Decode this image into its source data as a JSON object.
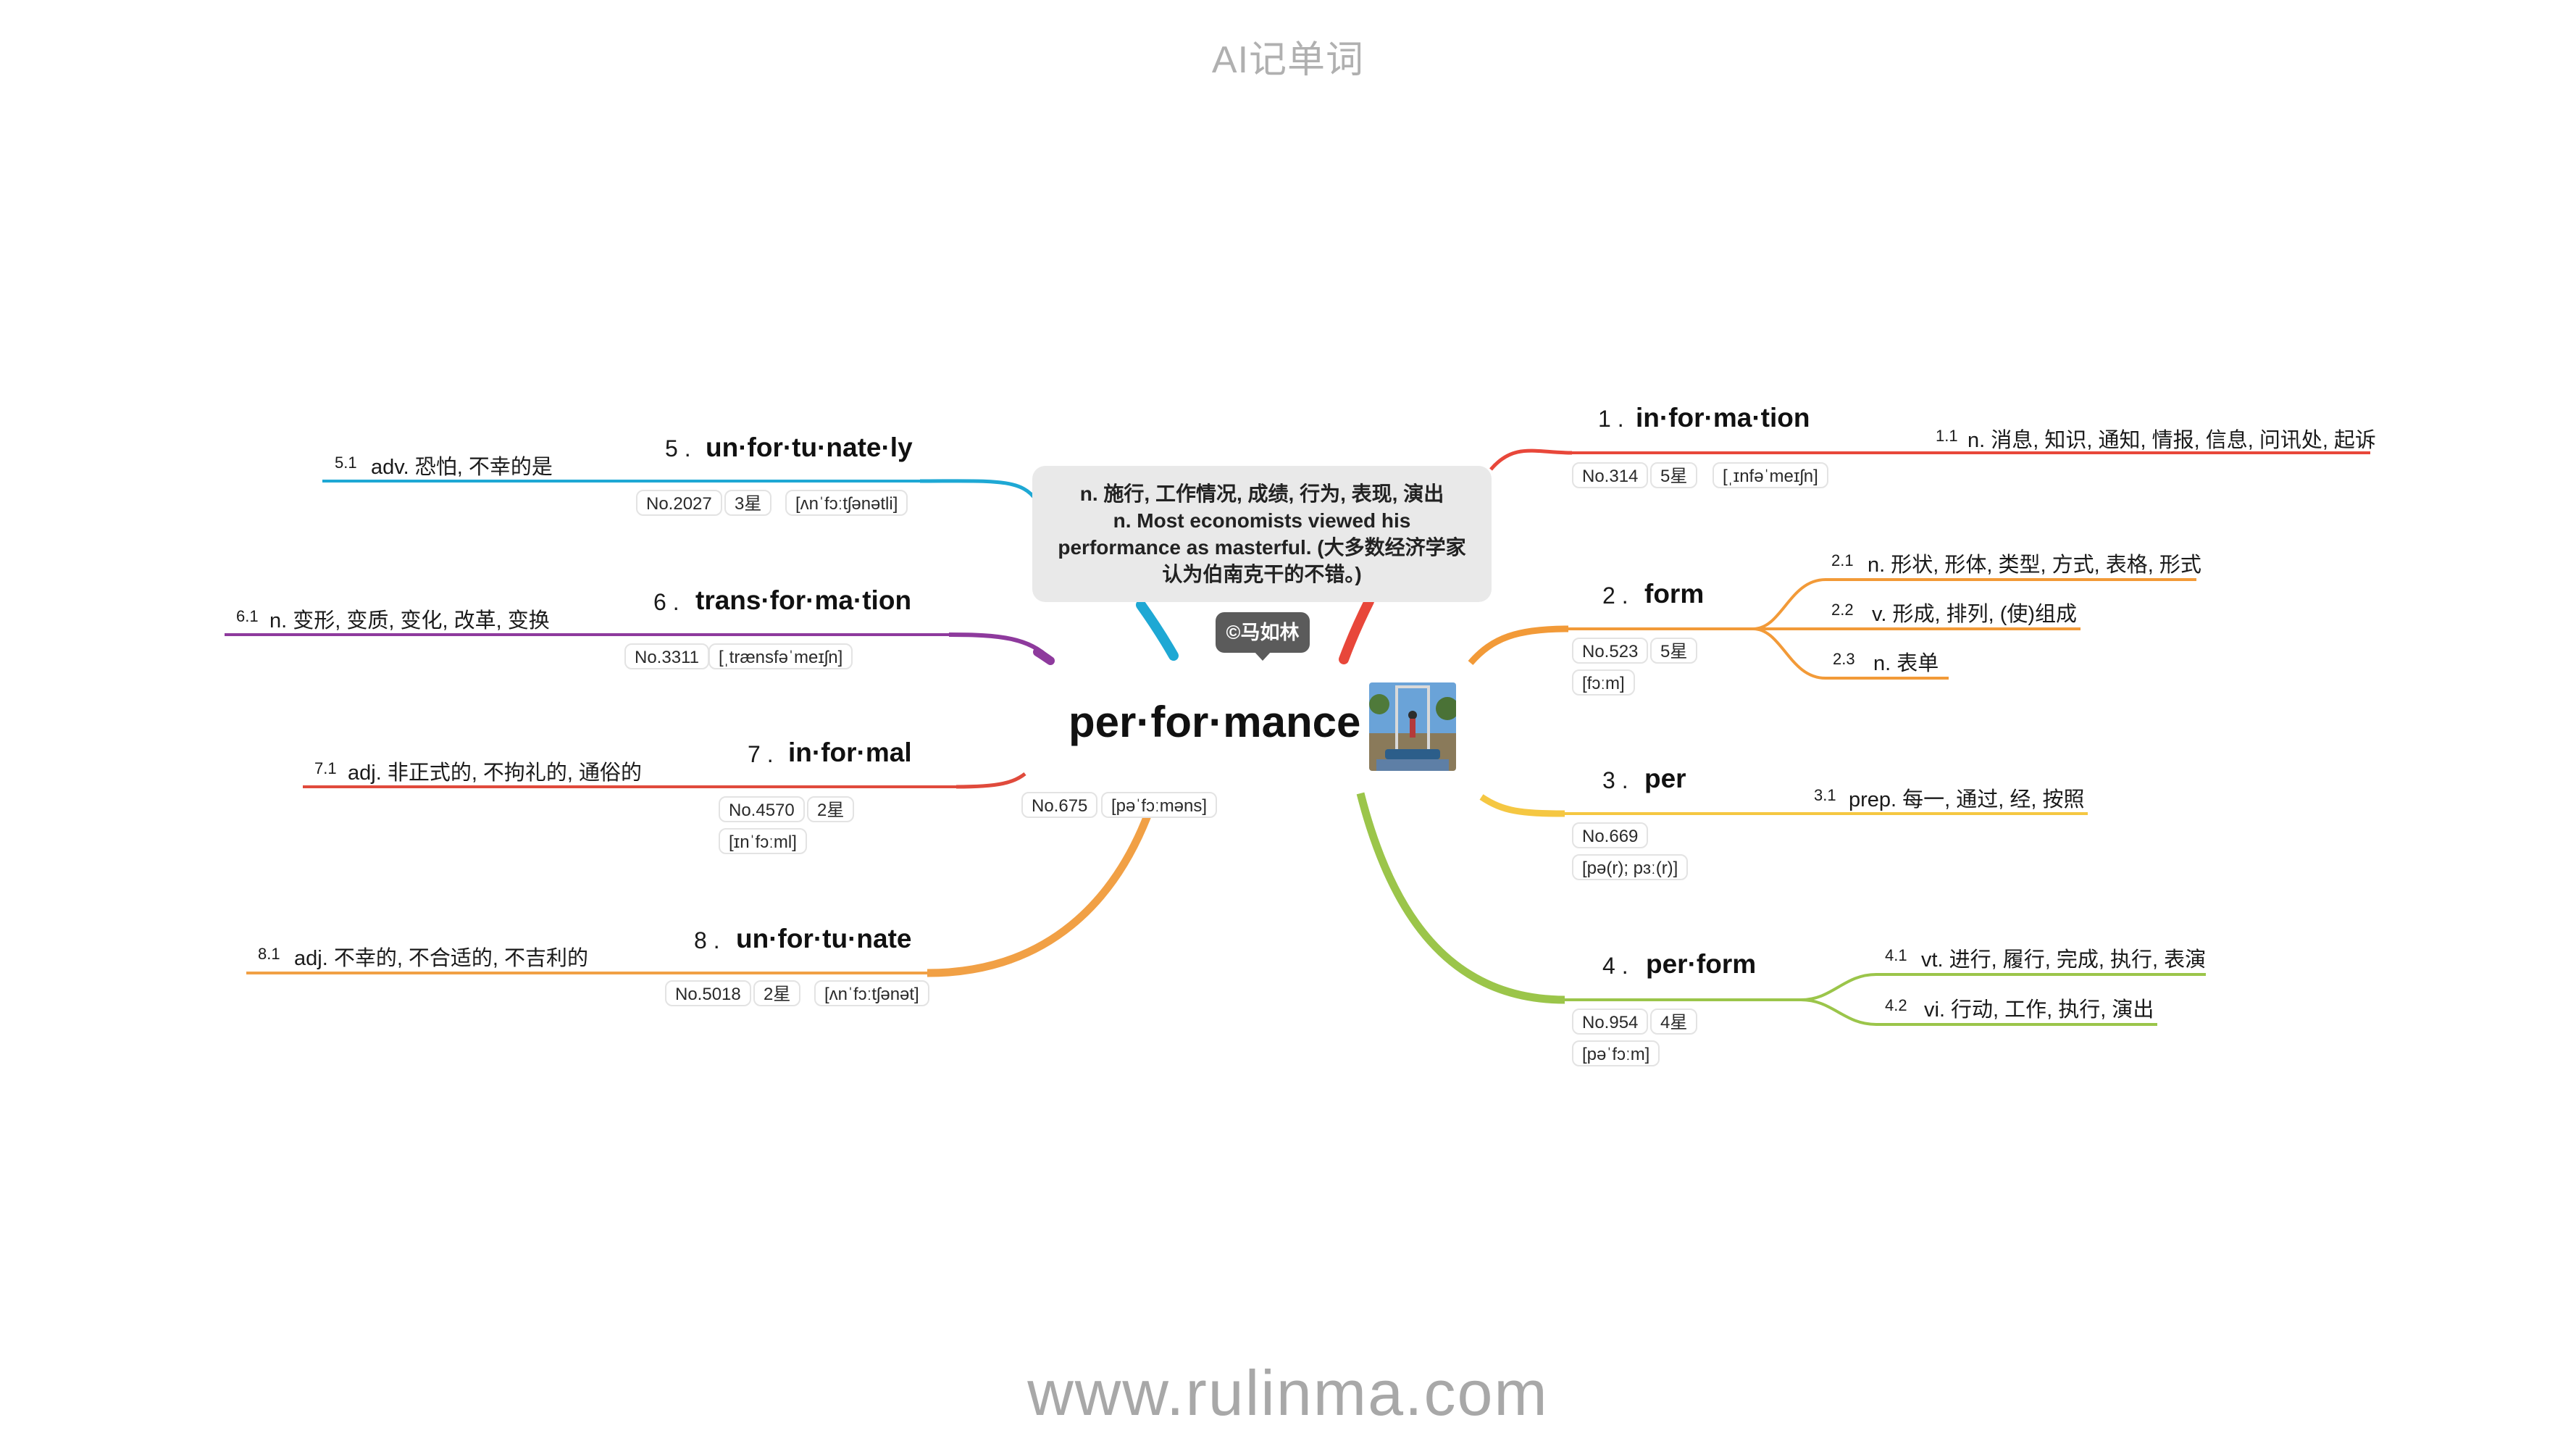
{
  "header": {
    "title": "AI记单词"
  },
  "footer": {
    "url": "www.rulinma.com"
  },
  "central": {
    "word": "per·for·mance",
    "no": "No.675",
    "phonetic": "[pəˈfɔːməns]",
    "note_lines": [
      "n. 施行, 工作情况, 成绩, 行为, 表现, 演出",
      "n. Most economists viewed his",
      "performance as masterful. (大多数经济学家",
      "认为伯南克干的不错。)"
    ],
    "copyright": "©马如林"
  },
  "colors": {
    "red": "#e8473a",
    "orange": "#f29a38",
    "yellow": "#f5c742",
    "green": "#9bc54a",
    "blue": "#1ea8d4",
    "purple": "#8e3a9d",
    "red_left": "#e04a3c",
    "orange_left": "#f1a045"
  },
  "branches": {
    "b1": {
      "num": "1 .",
      "word": "in·for·ma·tion",
      "chips": [
        "No.314",
        "5星",
        "[ˌɪnfəˈmeɪʃn]"
      ],
      "defs": [
        {
          "num": "1.1",
          "text": "n. 消息, 知识, 通知, 情报, 信息, 问讯处, 起诉"
        }
      ]
    },
    "b2": {
      "num": "2 .",
      "word": "form",
      "chips": [
        "No.523",
        "5星",
        "[fɔːm]"
      ],
      "defs": [
        {
          "num": "2.1",
          "text": "n. 形状, 形体, 类型, 方式, 表格, 形式"
        },
        {
          "num": "2.2",
          "text": "v. 形成, 排列, (使)组成"
        },
        {
          "num": "2.3",
          "text": "n. 表单"
        }
      ]
    },
    "b3": {
      "num": "3 .",
      "word": "per",
      "chips": [
        "No.669",
        "[pə(r); pɜː(r)]"
      ],
      "defs": [
        {
          "num": "3.1",
          "text": "prep. 每一, 通过, 经, 按照"
        }
      ]
    },
    "b4": {
      "num": "4 .",
      "word": "per·form",
      "chips": [
        "No.954",
        "4星",
        "[pəˈfɔːm]"
      ],
      "defs": [
        {
          "num": "4.1",
          "text": "vt. 进行, 履行, 完成, 执行, 表演"
        },
        {
          "num": "4.2",
          "text": "vi. 行动, 工作, 执行, 演出"
        }
      ]
    },
    "b5": {
      "num": "5 .",
      "word": "un·for·tu·nate·ly",
      "chips": [
        "No.2027",
        "3星",
        "[ʌnˈfɔːtʃənətli]"
      ],
      "defs": [
        {
          "num": "5.1",
          "text": "adv. 恐怕, 不幸的是"
        }
      ]
    },
    "b6": {
      "num": "6 .",
      "word": "trans·for·ma·tion",
      "chips": [
        "No.3311",
        "[ˌtrænsfəˈmeɪʃn]"
      ],
      "defs": [
        {
          "num": "6.1",
          "text": "n. 变形, 变质, 变化, 改革, 变换"
        }
      ]
    },
    "b7": {
      "num": "7 .",
      "word": "in·for·mal",
      "chips": [
        "No.4570",
        "2星",
        "[ɪnˈfɔːml]"
      ],
      "defs": [
        {
          "num": "7.1",
          "text": "adj. 非正式的, 不拘礼的, 通俗的"
        }
      ]
    },
    "b8": {
      "num": "8 .",
      "word": "un·for·tu·nate",
      "chips": [
        "No.5018",
        "2星",
        "[ʌnˈfɔːtʃənət]"
      ],
      "defs": [
        {
          "num": "8.1",
          "text": "adj. 不幸的, 不合适的, 不吉利的"
        }
      ]
    }
  }
}
